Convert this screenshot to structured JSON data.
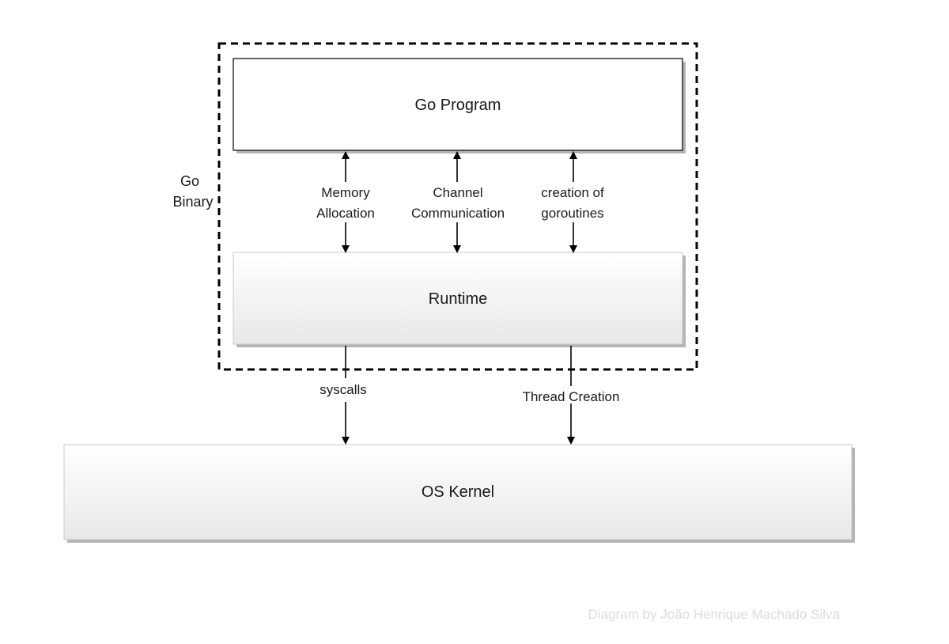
{
  "diagram": {
    "group": {
      "label_line1": "Go",
      "label_line2": "Binary"
    },
    "nodes": {
      "go_program": "Go Program",
      "runtime": "Runtime",
      "os_kernel": "OS Kernel"
    },
    "edges": {
      "memory_allocation": {
        "line1": "Memory",
        "line2": "Allocation"
      },
      "channel_communication": {
        "line1": "Channel",
        "line2": "Communication"
      },
      "goroutine_creation": {
        "line1": "creation of",
        "line2": "goroutines"
      },
      "syscalls": "syscalls",
      "thread_creation": "Thread Creation"
    },
    "credit": "Diagram by João Henrique Machado Silva"
  }
}
